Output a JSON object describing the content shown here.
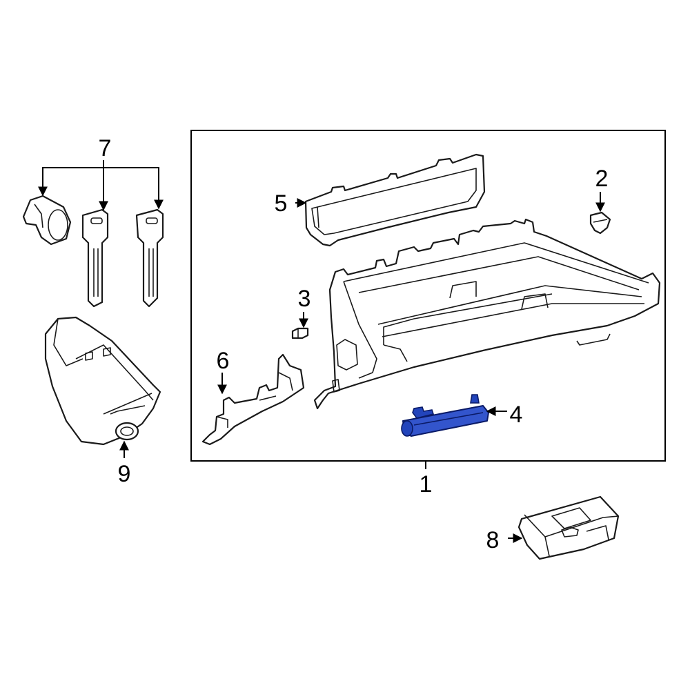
{
  "callouts": [
    {
      "id": "1",
      "text": "1"
    },
    {
      "id": "2",
      "text": "2"
    },
    {
      "id": "3",
      "text": "3"
    },
    {
      "id": "4",
      "text": "4"
    },
    {
      "id": "5",
      "text": "5"
    },
    {
      "id": "6",
      "text": "6"
    },
    {
      "id": "7",
      "text": "7"
    },
    {
      "id": "8",
      "text": "8"
    },
    {
      "id": "9",
      "text": "9"
    }
  ],
  "highlight_color": "#3355cc"
}
